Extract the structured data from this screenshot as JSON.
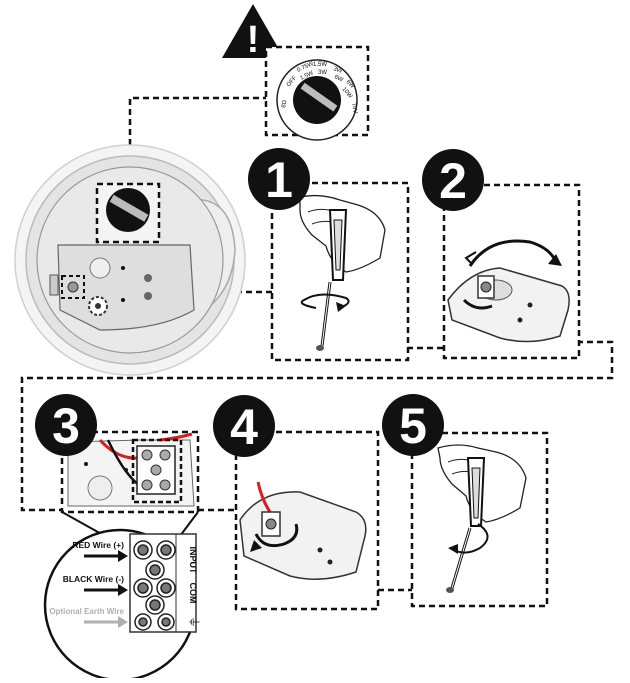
{
  "warning_symbol": "!",
  "dial": {
    "settings": [
      "8Ω",
      "OFF",
      "0.75W",
      "1.5W",
      "3W",
      "6W",
      "1.5W",
      "3W",
      "6W",
      "10W",
      "70V"
    ]
  },
  "steps": [
    "1",
    "2",
    "3",
    "4",
    "5"
  ],
  "terminal_block": {
    "red_wire_label": "RED Wire (+)",
    "black_wire_label": "BLACK Wire (-)",
    "earth_wire_label": "Optional Earth Wire",
    "input_label": "INPUT",
    "com_label": "COM",
    "earth_symbol": "⏚"
  },
  "colors": {
    "line": "#111111",
    "red_wire": "#d42020",
    "earth_label": "#b0b0b0",
    "speaker_fill": "#e6e6e6"
  }
}
